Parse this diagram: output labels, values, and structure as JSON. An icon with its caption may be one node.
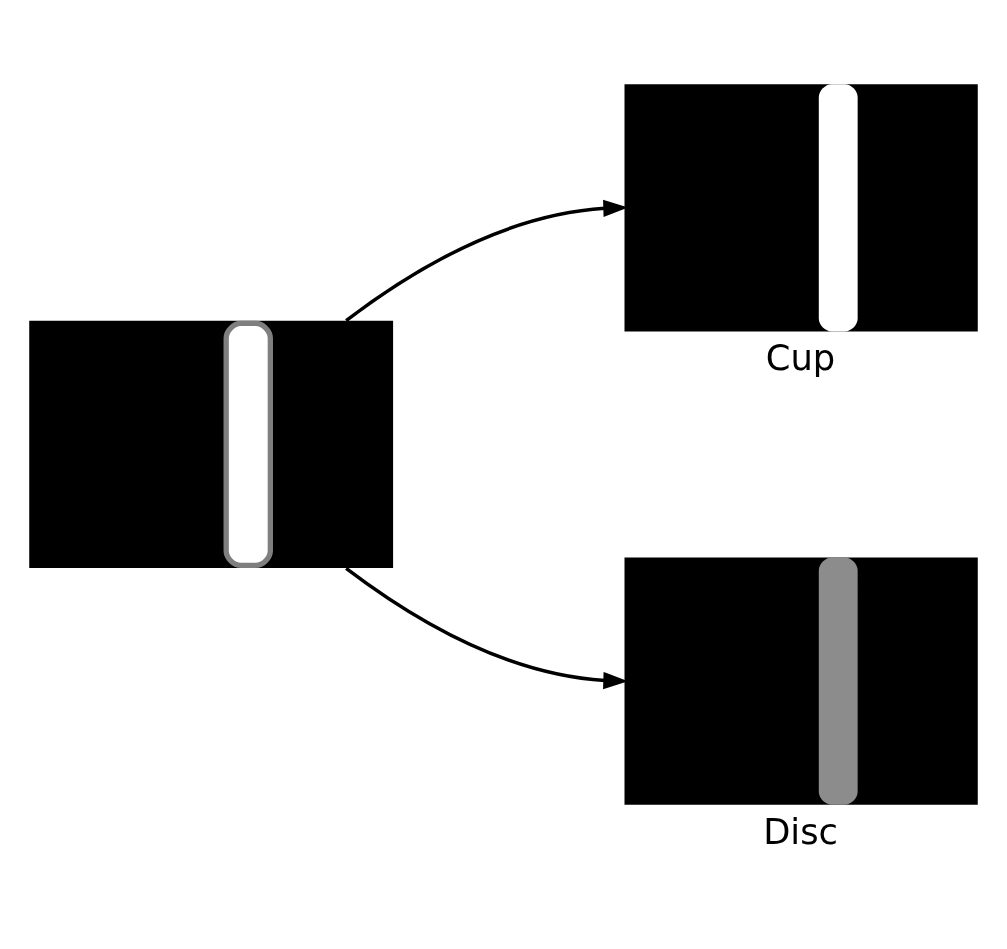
{
  "diagram": {
    "nodes": [
      {
        "text": [],
        "shape": "box"
      },
      {
        "text": [
          "Cup"
        ]
      },
      {
        "text": [
          "Disc"
        ]
      }
    ],
    "edges": [
      {
        "from": 0,
        "to": 1,
        "arrow": "to"
      },
      {
        "from": 0,
        "to": 2,
        "arrow": "to"
      }
    ]
  }
}
